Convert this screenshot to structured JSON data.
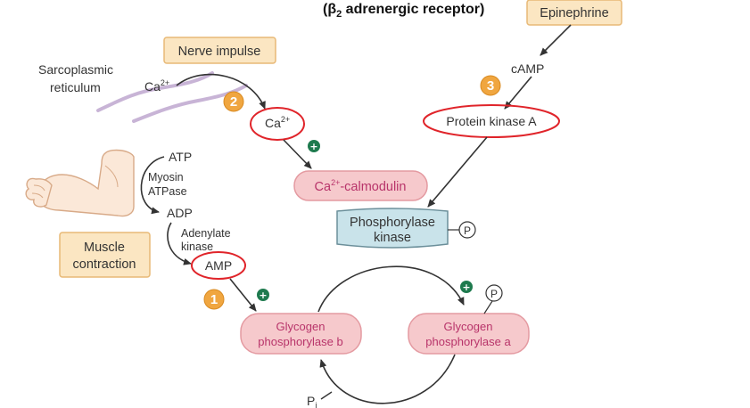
{
  "header": {
    "receptor_label": "(β",
    "receptor_sub": "2",
    "receptor_rest": " adrenergic receptor)"
  },
  "nodes": {
    "epinephrine": "Epinephrine",
    "camp": "cAMP",
    "protein_kinase_a": "Protein kinase A",
    "nerve_impulse": "Nerve impulse",
    "sarcoplasmic_line1": "Sarcoplasmic",
    "sarcoplasmic_line2": "reticulum",
    "ca_reticulum": "Ca",
    "ca_reticulum_sup": "2+",
    "ca_circled": "Ca",
    "ca_circled_sup": "2+",
    "calmodulin_ca": "Ca",
    "calmodulin_sup": "2+",
    "calmodulin_rest": "-calmodulin",
    "phosphorylase_kinase_line1": "Phosphorylase",
    "phosphorylase_kinase_line2": "kinase",
    "phosphate_symbol": "P",
    "atp": "ATP",
    "myosin_atpase_line1": "Myosin",
    "myosin_atpase_line2": "ATPase",
    "adp": "ADP",
    "adenylate_kinase_line1": "Adenylate",
    "adenylate_kinase_line2": "kinase",
    "amp": "AMP",
    "muscle_contraction_line1": "Muscle",
    "muscle_contraction_line2": "contraction",
    "glycogen_phosphorylase_b_line1": "Glycogen",
    "glycogen_phosphorylase_b_line2": "phosphorylase b",
    "glycogen_phosphorylase_a_line1": "Glycogen",
    "glycogen_phosphorylase_a_line2": "phosphorylase a",
    "pi": "P",
    "pi_sub": "i"
  },
  "steps": [
    "1",
    "2",
    "3"
  ],
  "activation_symbol": "+",
  "colors": {
    "tan_box_fill": "#fbe6c2",
    "tan_box_stroke": "#e8b976",
    "pink_box_fill": "#f6c9cc",
    "pink_box_stroke": "#e49aa1",
    "pink_text": "#b8346a",
    "blue_box_fill": "#c9e3ea",
    "blue_box_stroke": "#6b8f9a",
    "step_circle": "#f0a640",
    "plus_circle": "#1e7a4e",
    "red_ellipse": "#e0242a",
    "sarcoplasmic_reticulum": "#c8b4d6",
    "arm_fill": "#fbe8d8",
    "arm_stroke": "#d8aa88"
  }
}
